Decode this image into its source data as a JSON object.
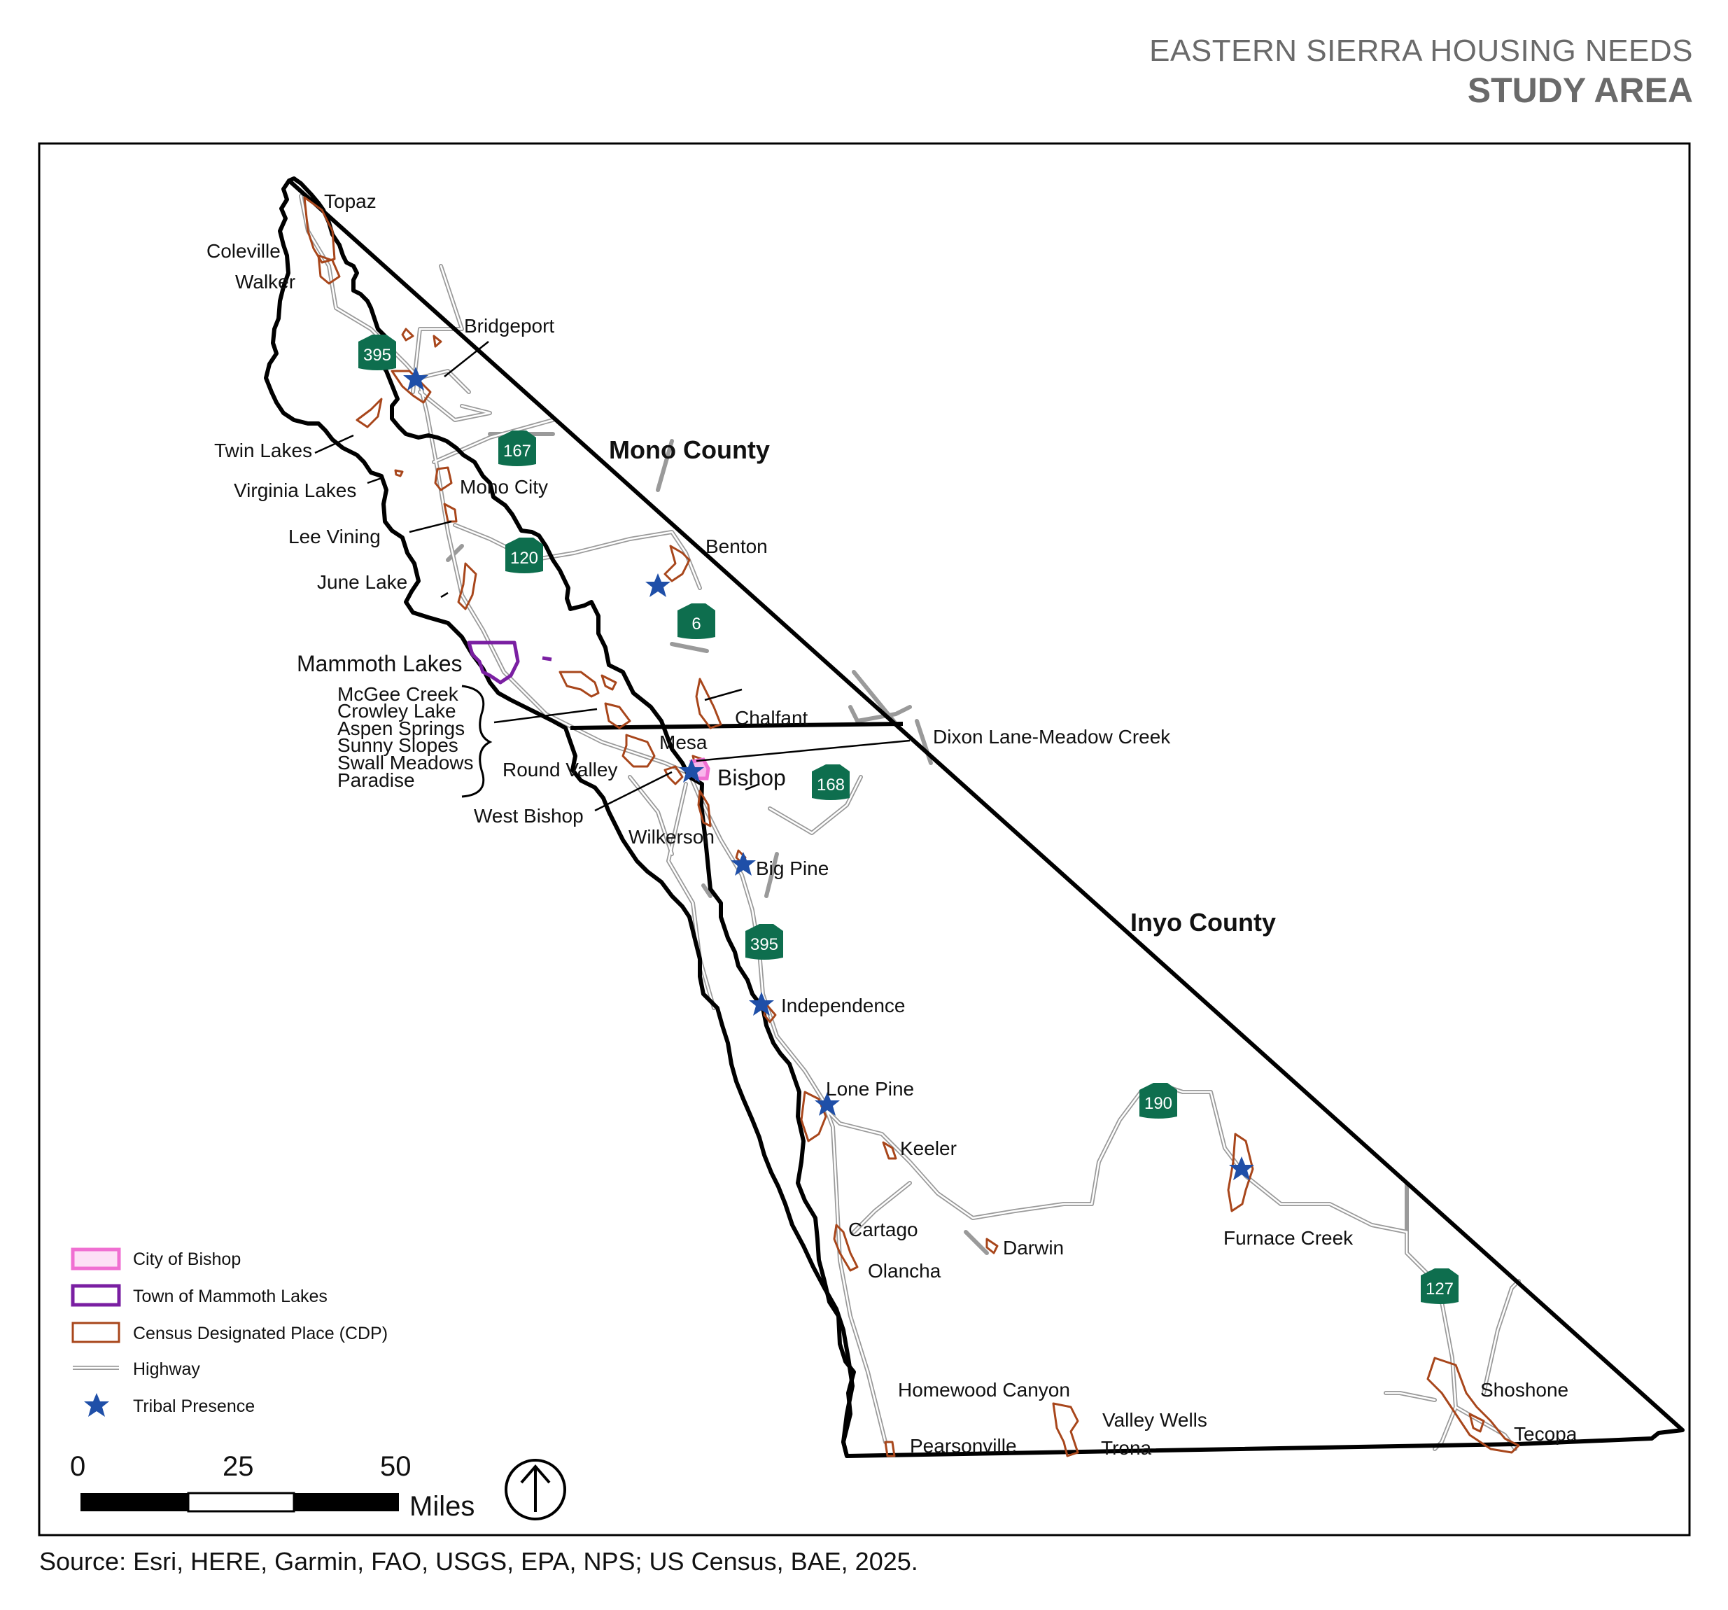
{
  "header": {
    "line1": "EASTERN SIERRA HOUSING NEEDS",
    "line2": "STUDY AREA"
  },
  "source": "Source: Esri, HERE, Garmin, FAO, USGS, EPA, NPS; US Census, BAE, 2025.",
  "colors": {
    "cdp": "#a8461b",
    "mammoth": "#7a1fa2",
    "bishop": "#f06fd2",
    "tribal": "#1f4fa8",
    "highway": "#9a9a9a",
    "shield": "#0e6e4e",
    "boundary": "#000000"
  },
  "counties": {
    "mono": "Mono County",
    "inyo": "Inyo County"
  },
  "shields": {
    "s395a": "395",
    "s167": "167",
    "s120": "120",
    "s6": "6",
    "s168": "168",
    "s395b": "395",
    "s190": "190",
    "s127": "127"
  },
  "places": {
    "topaz": "Topaz",
    "coleville": "Coleville",
    "walker": "Walker",
    "bridgeport": "Bridgeport",
    "twin_lakes": "Twin Lakes",
    "virginia_lakes": "Virginia Lakes",
    "mono_city": "Mono City",
    "lee_vining": "Lee Vining",
    "june_lake": "June Lake",
    "benton": "Benton",
    "mammoth_lakes": "Mammoth Lakes",
    "mcgee_creek": "McGee Creek",
    "crowley_lake": "Crowley Lake",
    "aspen_springs": "Aspen Springs",
    "sunny_slopes": "Sunny Slopes",
    "swall_meadows": "Swall Meadows",
    "paradise": "Paradise",
    "chalfant": "Chalfant",
    "dixon_lane": "Dixon Lane-Meadow Creek",
    "mesa": "Mesa",
    "round_valley": "Round Valley",
    "bishop": "Bishop",
    "west_bishop": "West Bishop",
    "wilkerson": "Wilkerson",
    "big_pine": "Big Pine",
    "independence": "Independence",
    "lone_pine": "Lone Pine",
    "keeler": "Keeler",
    "cartago": "Cartago",
    "olancha": "Olancha",
    "darwin": "Darwin",
    "furnace_creek": "Furnace Creek",
    "homewood_canyon": "Homewood Canyon",
    "valley_wells": "Valley Wells",
    "trona": "Trona",
    "pearsonville": "Pearsonville",
    "shoshone": "Shoshone",
    "tecopa": "Tecopa"
  },
  "legend": {
    "city_of_bishop": "City of Bishop",
    "town_of_mammoth": "Town of Mammoth Lakes",
    "cdp": "Census Designated Place (CDP)",
    "highway": "Highway",
    "tribal": "Tribal Presence"
  },
  "scale": {
    "t0": "0",
    "t25": "25",
    "t50": "50",
    "unit": "Miles"
  }
}
